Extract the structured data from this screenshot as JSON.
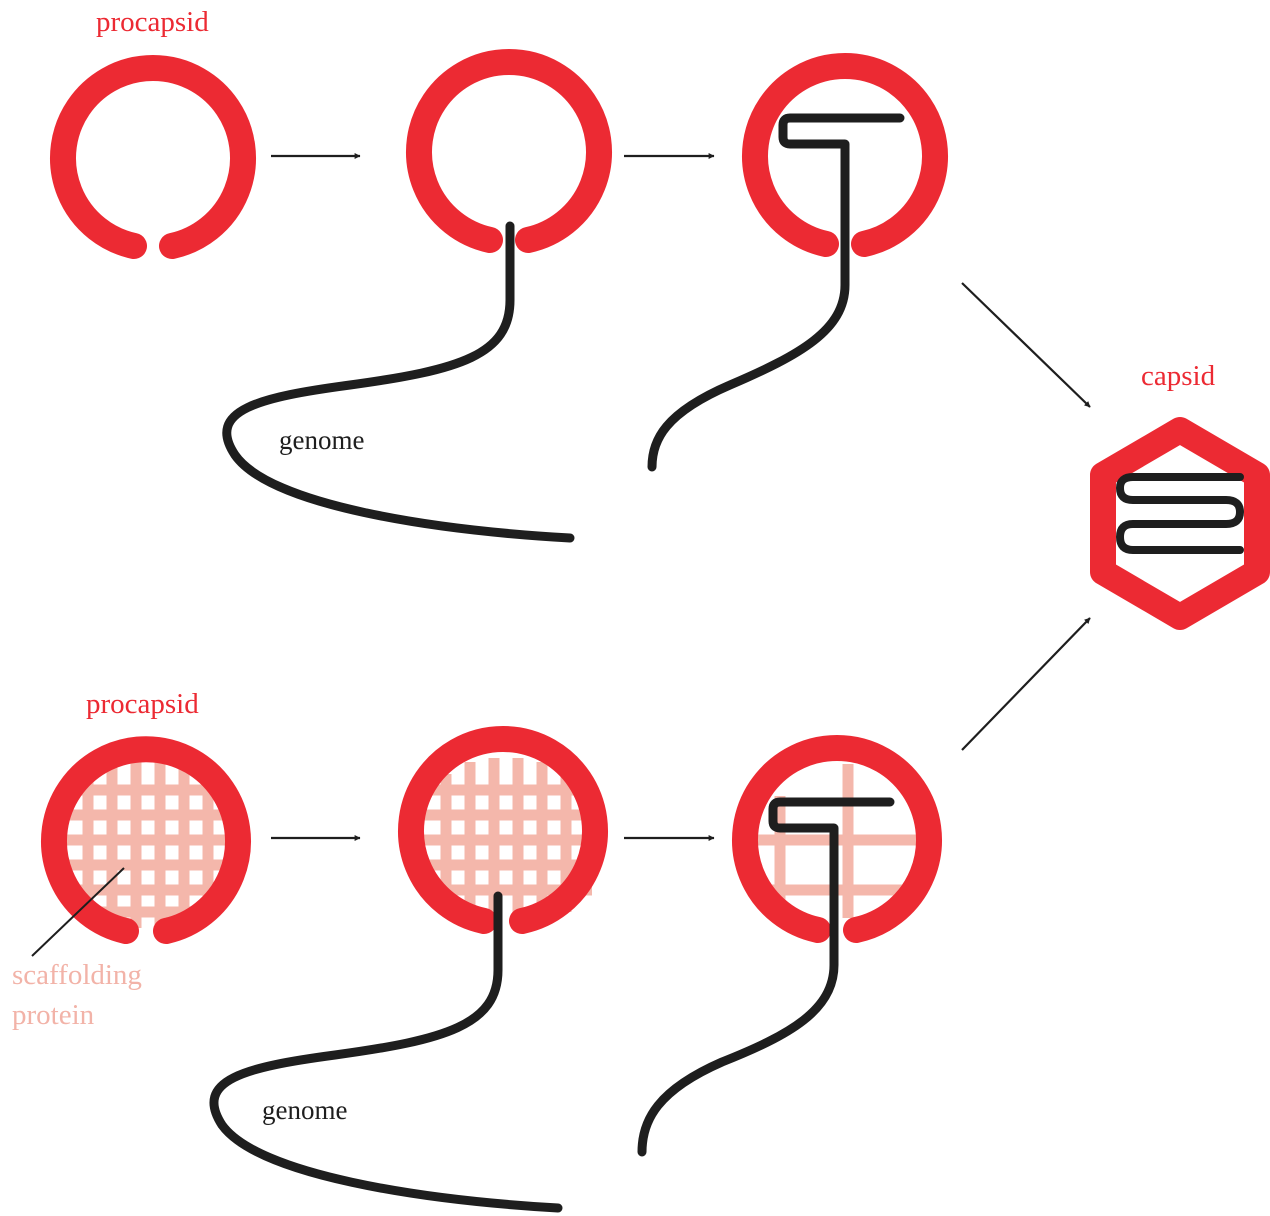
{
  "labels": {
    "procapsid_top": "procapsid",
    "procapsid_bottom": "procapsid",
    "capsid": "capsid",
    "genome_top": "genome",
    "genome_bottom": "genome",
    "scaffolding": "scaffolding",
    "protein": "protein"
  },
  "colors": {
    "capsid_red": "#ec2a33",
    "scaffold_pink": "#f4b7ab",
    "genome_black": "#1e1e1e",
    "arrow": "#1e1e1e"
  }
}
